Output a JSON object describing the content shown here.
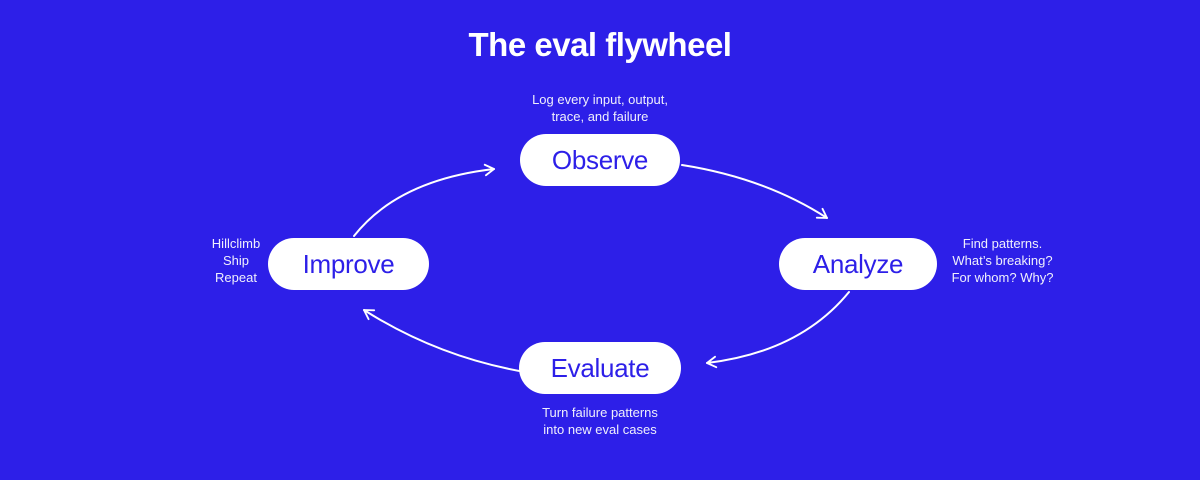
{
  "title": "The eval flywheel",
  "colors": {
    "background": "#2D1FE8",
    "node_bg": "#FFFFFF",
    "node_text": "#2D1FE8",
    "annotation_text": "#EFEFFC",
    "line": "#FFFFFF"
  },
  "nodes": [
    {
      "id": "observe",
      "label": "Observe",
      "annotation": "Log every input, output,\ntrace, and failure",
      "annotation_position": "above"
    },
    {
      "id": "analyze",
      "label": "Analyze",
      "annotation": "Find patterns.\nWhat’s breaking?\nFor whom? Why?",
      "annotation_position": "right"
    },
    {
      "id": "evaluate",
      "label": "Evaluate",
      "annotation": "Turn failure patterns\ninto new eval cases",
      "annotation_position": "below"
    },
    {
      "id": "improve",
      "label": "Improve",
      "annotation": "Hillclimb\nShip\nRepeat",
      "annotation_position": "left"
    }
  ],
  "edges": [
    {
      "from": "improve",
      "to": "observe"
    },
    {
      "from": "observe",
      "to": "analyze"
    },
    {
      "from": "analyze",
      "to": "evaluate"
    },
    {
      "from": "evaluate",
      "to": "improve"
    }
  ]
}
